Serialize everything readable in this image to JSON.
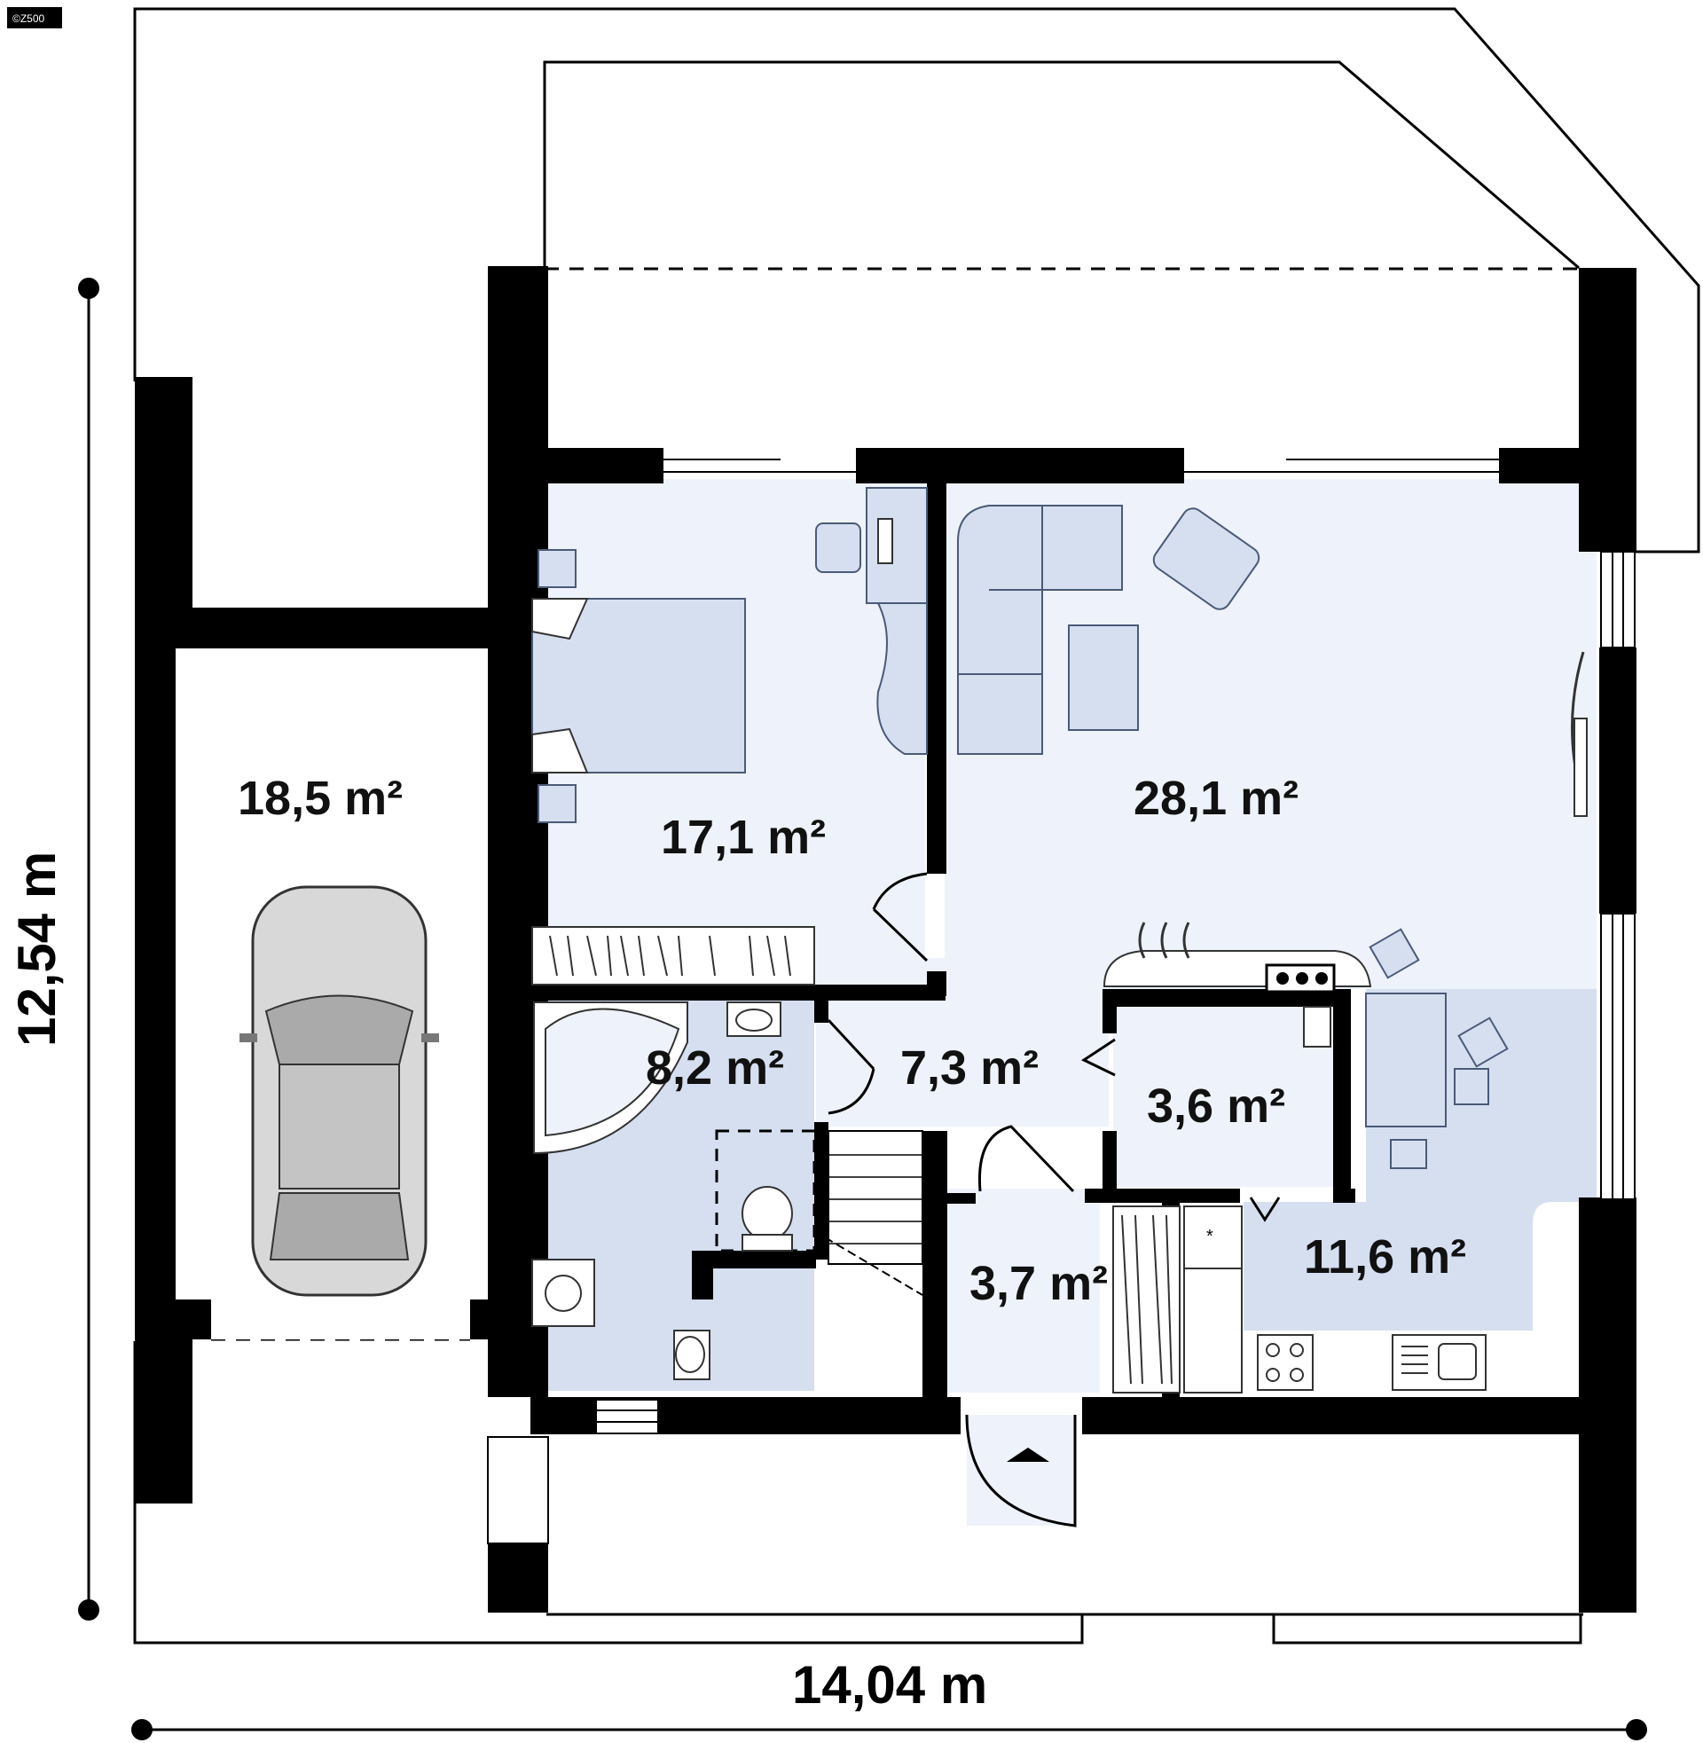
{
  "logo": "©Z500",
  "dimensions": {
    "width": "14,04 m",
    "depth": "12,54 m"
  },
  "rooms": [
    {
      "id": "garage",
      "area": "18,5 m²"
    },
    {
      "id": "bedroom",
      "area": "17,1 m²"
    },
    {
      "id": "living",
      "area": "28,1 m²"
    },
    {
      "id": "bathroom",
      "area": "8,2 m²"
    },
    {
      "id": "hall",
      "area": "7,3 m²"
    },
    {
      "id": "pantry",
      "area": "3,6 m²"
    },
    {
      "id": "vestibule",
      "area": "3,7 m²"
    },
    {
      "id": "kitchen",
      "area": "11,6 m²"
    }
  ],
  "colors": {
    "room_fill": "#eef2fa",
    "accent_fill": "#d5dff0",
    "wall": "#000000"
  }
}
